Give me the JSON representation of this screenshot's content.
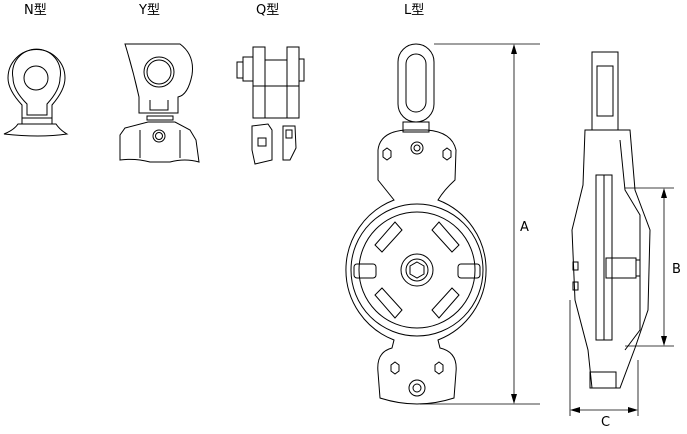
{
  "labels": {
    "n_type": "N型",
    "y_type": "Y型",
    "q_type": "Q型",
    "l_type": "L型"
  },
  "dimensions": {
    "a": "A",
    "b": "B",
    "c": "C"
  }
}
